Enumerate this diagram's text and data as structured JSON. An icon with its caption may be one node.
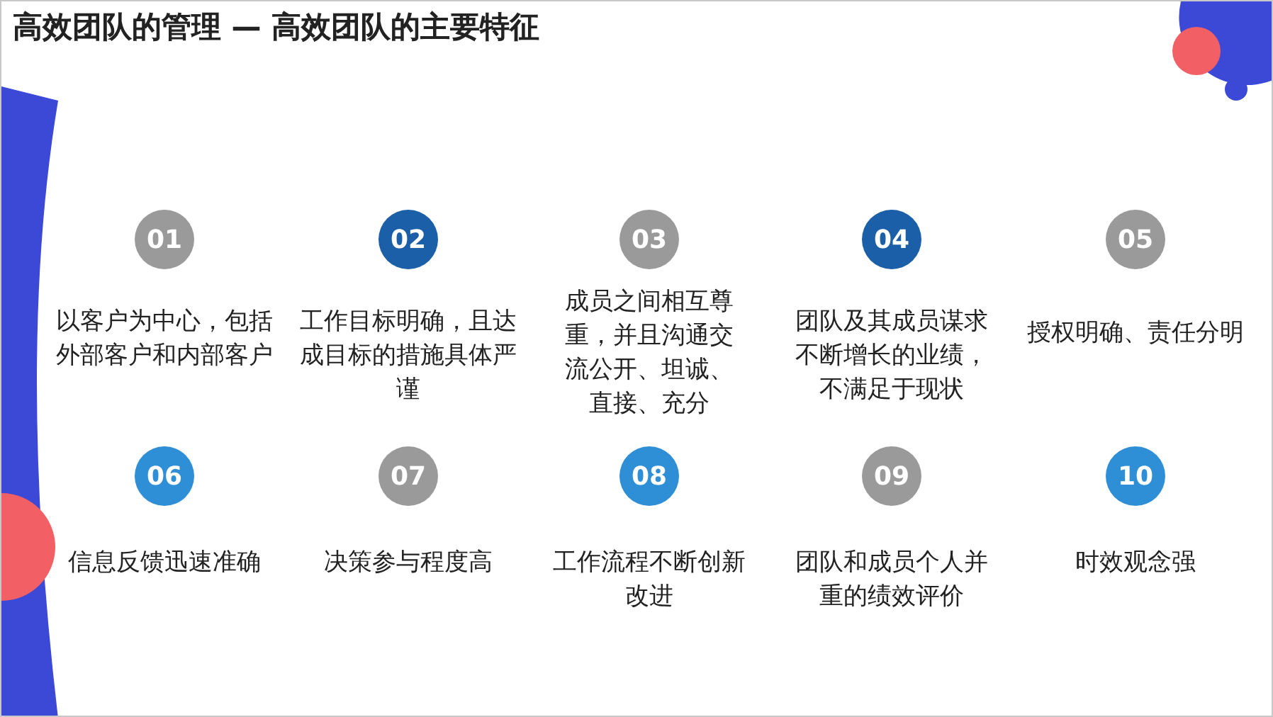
{
  "diagram": {
    "title": "高效团队的管理 — 高效团队的主要特征",
    "nodes": [
      {
        "text": [
          "01"
        ],
        "beside": [
          "以客户为中心，包括外部客户和内部客户"
        ]
      },
      {
        "text": [
          "02"
        ],
        "beside": [
          "工作目标明确，且达成目标的措施具体严谨"
        ]
      },
      {
        "text": [
          "03"
        ],
        "beside": [
          "成员之间相互尊重，并且沟通交流公开、坦诚、直接、充分"
        ]
      },
      {
        "text": [
          "04"
        ],
        "beside": [
          "团队及其成员谋求不断增长的业绩，不满足于现状"
        ]
      },
      {
        "text": [
          "05"
        ],
        "beside": [
          "授权明确、责任分明"
        ]
      },
      {
        "text": [
          "06"
        ],
        "beside": [
          "信息反馈迅速准确"
        ]
      },
      {
        "text": [
          "07"
        ],
        "beside": [
          "决策参与程度高"
        ]
      },
      {
        "text": [
          "08"
        ],
        "beside": [
          "工作流程不断创新改进"
        ]
      },
      {
        "text": [
          "09"
        ],
        "beside": [
          "团队和成员个人并重的绩效评价"
        ]
      },
      {
        "text": [
          "10"
        ],
        "beside": [
          "时效观念强"
        ]
      }
    ]
  }
}
